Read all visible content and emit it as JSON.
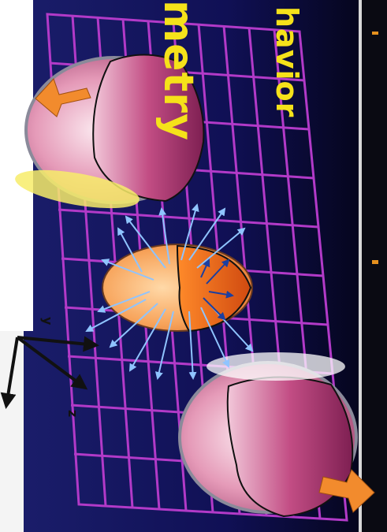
{
  "captions": {
    "top": "havior",
    "bottom": "metry"
  },
  "axes": {
    "y_label": "y",
    "z_label": "z"
  },
  "colors": {
    "background": "#0b0f5c",
    "grid": "#b23ac8",
    "caption": "#f5e21a",
    "arrow_orange": "#f28b2d",
    "flow_arrows": "#8fc4ff"
  }
}
